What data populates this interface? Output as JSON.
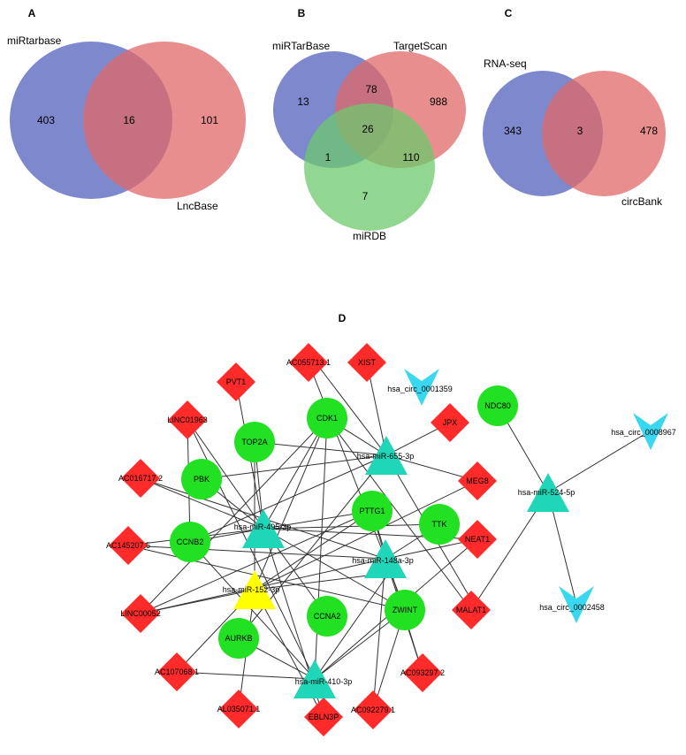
{
  "panels": {
    "A": {
      "label": "A",
      "left_set": "miRtarbase",
      "right_set": "LncBase",
      "left_only": "403",
      "overlap": "16",
      "right_only": "101"
    },
    "B": {
      "label": "B",
      "set1": "miRTarBase",
      "set2": "TargetScan",
      "set3": "miRDB",
      "only1": "13",
      "n12": "78",
      "only2": "988",
      "n123": "26",
      "n13": "1",
      "n23": "110",
      "only3": "7"
    },
    "C": {
      "label": "C",
      "left_set": "RNA-seq",
      "right_set": "circBank",
      "left_only": "343",
      "overlap": "3",
      "right_only": "478"
    },
    "D": {
      "label": "D",
      "genes": [
        "CDK1",
        "NDC80",
        "TOP2A",
        "PBK",
        "PTTG1",
        "TTK",
        "CCNB2",
        "CCNA2",
        "ZWINT",
        "AURKB"
      ],
      "lncrnas": [
        "AC055713.1",
        "XIST",
        "PVT1",
        "LINC01963",
        "JPX",
        "AC016717.2",
        "MEG8",
        "AC145207.5",
        "NEAT1",
        "LINC00052",
        "MALAT1",
        "AC107068.1",
        "AC093297.2",
        "AL035071.1",
        "AC092279.1",
        "EBLN3P"
      ],
      "mirnas_cyan": [
        "hsa-miR-655-3p",
        "hsa-miR-495-3p",
        "hsa-miR-148a-3p",
        "hsa-miR-524-5p",
        "hsa-miR-410-3p"
      ],
      "mirna_yellow": [
        "hsa-miR-152-3p"
      ],
      "circrnas": [
        "hsa_circ_0001359",
        "hsa_circ_0008967",
        "hsa_circ_0002458"
      ]
    }
  },
  "colors": {
    "venn_blue": "#6673c4",
    "venn_red": "#e06868",
    "venn_green": "#6cc86c",
    "gene_green": "#22e022",
    "lnc_red": "#ff2a2a",
    "mir_cyan": "#1fd6b8",
    "mir_yellow": "#ffff00",
    "circ_cyan": "#3ad8f0",
    "edge": "#333333"
  }
}
